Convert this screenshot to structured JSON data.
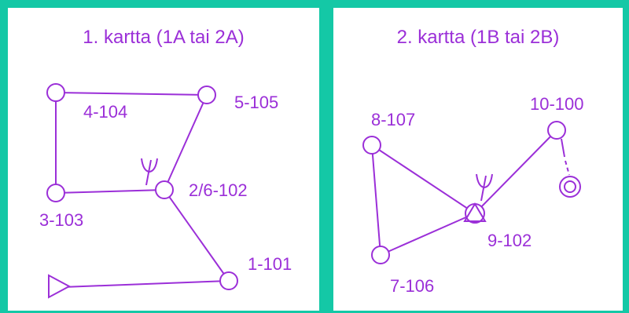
{
  "colors": {
    "frame": "#14c8a6",
    "ink": "#9b2fd8",
    "panel_bg": "#ffffff"
  },
  "map1": {
    "title": "1. kartta (1A tai 2A)",
    "labels": {
      "c4": "4-104",
      "c5": "5-105",
      "c2_6": "2/6-102",
      "c3": "3-103",
      "c1": "1-101"
    },
    "symbols": {
      "start": "triangle-start-icon",
      "water": "water-point-icon"
    }
  },
  "map2": {
    "title": "2. kartta (1B tai 2B)",
    "labels": {
      "c8": "8-107",
      "c10": "10-100",
      "c9": "9-102",
      "c7": "7-106"
    },
    "symbols": {
      "start": "triangle-start-icon",
      "finish": "finish-double-circle-icon",
      "water": "water-point-icon"
    }
  }
}
